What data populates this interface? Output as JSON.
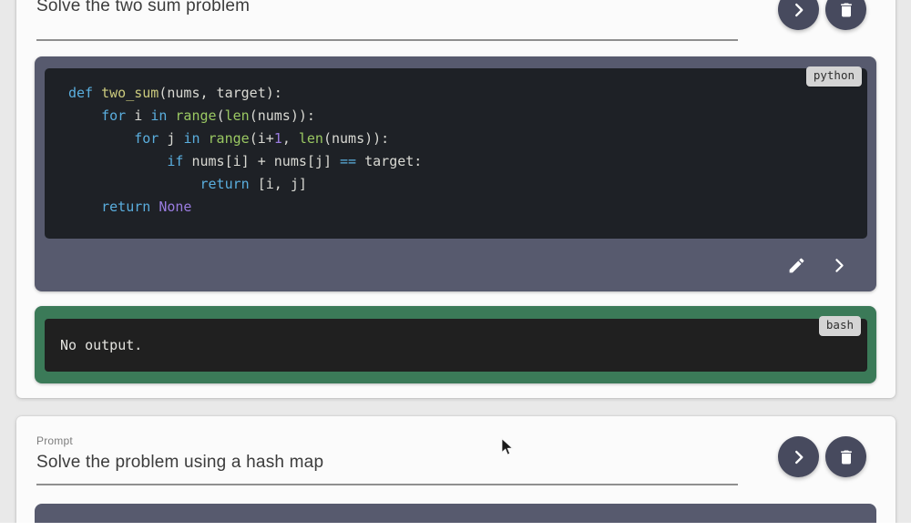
{
  "colors": {
    "keyword": "#5aaede",
    "function": "#9ac862",
    "number": "#9a7ce0",
    "plain": "#d9d9d3",
    "defname": "#cbca7d",
    "container_slate": "#575a6e",
    "code_background": "#1e2126",
    "output_border_green": "#3b7a58",
    "output_background": "#202020",
    "button_circle": "#474a5e",
    "badge_background": "#d4d4d4"
  },
  "icons": {
    "run": "chevron-right-icon",
    "delete": "trash-icon",
    "edit": "pencil-icon",
    "cursor": "arrow-pointer"
  },
  "card_top": {
    "prompt_value": "Solve the two sum problem",
    "code_block": {
      "language_badge": "python",
      "lines": [
        [
          {
            "t": "def",
            "c": "keyword"
          },
          {
            "t": " ",
            "c": "plain"
          },
          {
            "t": "two_sum",
            "c": "defname"
          },
          {
            "t": "(nums, target):",
            "c": "plain"
          }
        ],
        [
          {
            "t": "    ",
            "c": "plain"
          },
          {
            "t": "for",
            "c": "keyword"
          },
          {
            "t": " i ",
            "c": "plain"
          },
          {
            "t": "in",
            "c": "keyword"
          },
          {
            "t": " ",
            "c": "plain"
          },
          {
            "t": "range",
            "c": "function"
          },
          {
            "t": "(",
            "c": "plain"
          },
          {
            "t": "len",
            "c": "function"
          },
          {
            "t": "(nums)):",
            "c": "plain"
          }
        ],
        [
          {
            "t": "        ",
            "c": "plain"
          },
          {
            "t": "for",
            "c": "keyword"
          },
          {
            "t": " j ",
            "c": "plain"
          },
          {
            "t": "in",
            "c": "keyword"
          },
          {
            "t": " ",
            "c": "plain"
          },
          {
            "t": "range",
            "c": "function"
          },
          {
            "t": "(i+",
            "c": "plain"
          },
          {
            "t": "1",
            "c": "number"
          },
          {
            "t": ", ",
            "c": "plain"
          },
          {
            "t": "len",
            "c": "function"
          },
          {
            "t": "(nums)):",
            "c": "plain"
          }
        ],
        [
          {
            "t": "            ",
            "c": "plain"
          },
          {
            "t": "if",
            "c": "keyword"
          },
          {
            "t": " nums[i] + nums[j] ",
            "c": "plain"
          },
          {
            "t": "==",
            "c": "keyword"
          },
          {
            "t": " target:",
            "c": "plain"
          }
        ],
        [
          {
            "t": "                ",
            "c": "plain"
          },
          {
            "t": "return",
            "c": "keyword"
          },
          {
            "t": " [i, j]",
            "c": "plain"
          }
        ],
        [
          {
            "t": "    ",
            "c": "plain"
          },
          {
            "t": "return",
            "c": "keyword"
          },
          {
            "t": " ",
            "c": "plain"
          },
          {
            "t": "None",
            "c": "number"
          }
        ]
      ]
    },
    "output_block": {
      "language_badge": "bash",
      "text": "No output."
    }
  },
  "card_bottom": {
    "prompt_label": "Prompt",
    "prompt_value": "Solve the problem using a hash map"
  }
}
